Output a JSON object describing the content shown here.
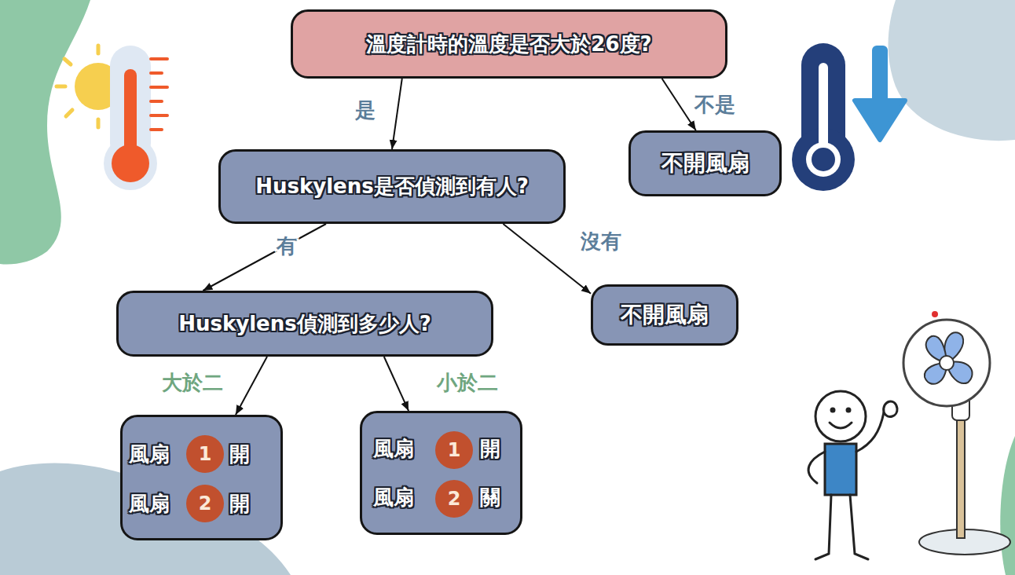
{
  "diagram": {
    "nodes": [
      {
        "text": [
          "溫度計時的溫度是否大於26度?"
        ]
      },
      {
        "text": [
          "Huskylens是否偵測到有人?"
        ]
      },
      {
        "text": [
          "不開風扇"
        ]
      },
      {
        "text": [
          "Huskylens偵測到多少人?"
        ]
      },
      {
        "text": [
          "不開風扇"
        ]
      },
      {
        "text": [
          "風扇",
          "開",
          "風扇",
          "開"
        ]
      },
      {
        "text": [
          "1"
        ],
        "in": 5
      },
      {
        "text": [
          "2"
        ],
        "in": 5
      },
      {
        "text": [
          "風扇",
          "開",
          "風扇",
          "關"
        ]
      },
      {
        "text": [
          "1"
        ],
        "in": 8
      },
      {
        "text": [
          "2"
        ],
        "in": 8
      }
    ],
    "edges": [
      {
        "from": 0,
        "to": 1,
        "label": "是",
        "arrow": "to"
      },
      {
        "from": 0,
        "to": 2,
        "label": "不是",
        "arrow": "to"
      },
      {
        "from": 1,
        "to": 3,
        "label": "有",
        "arrow": "to"
      },
      {
        "from": 1,
        "to": 4,
        "label": "沒有",
        "arrow": "to"
      },
      {
        "from": 3,
        "to": 5,
        "label": "大於二",
        "arrow": "to"
      },
      {
        "from": 3,
        "to": 8,
        "label": "小於二",
        "arrow": "to"
      }
    ]
  }
}
